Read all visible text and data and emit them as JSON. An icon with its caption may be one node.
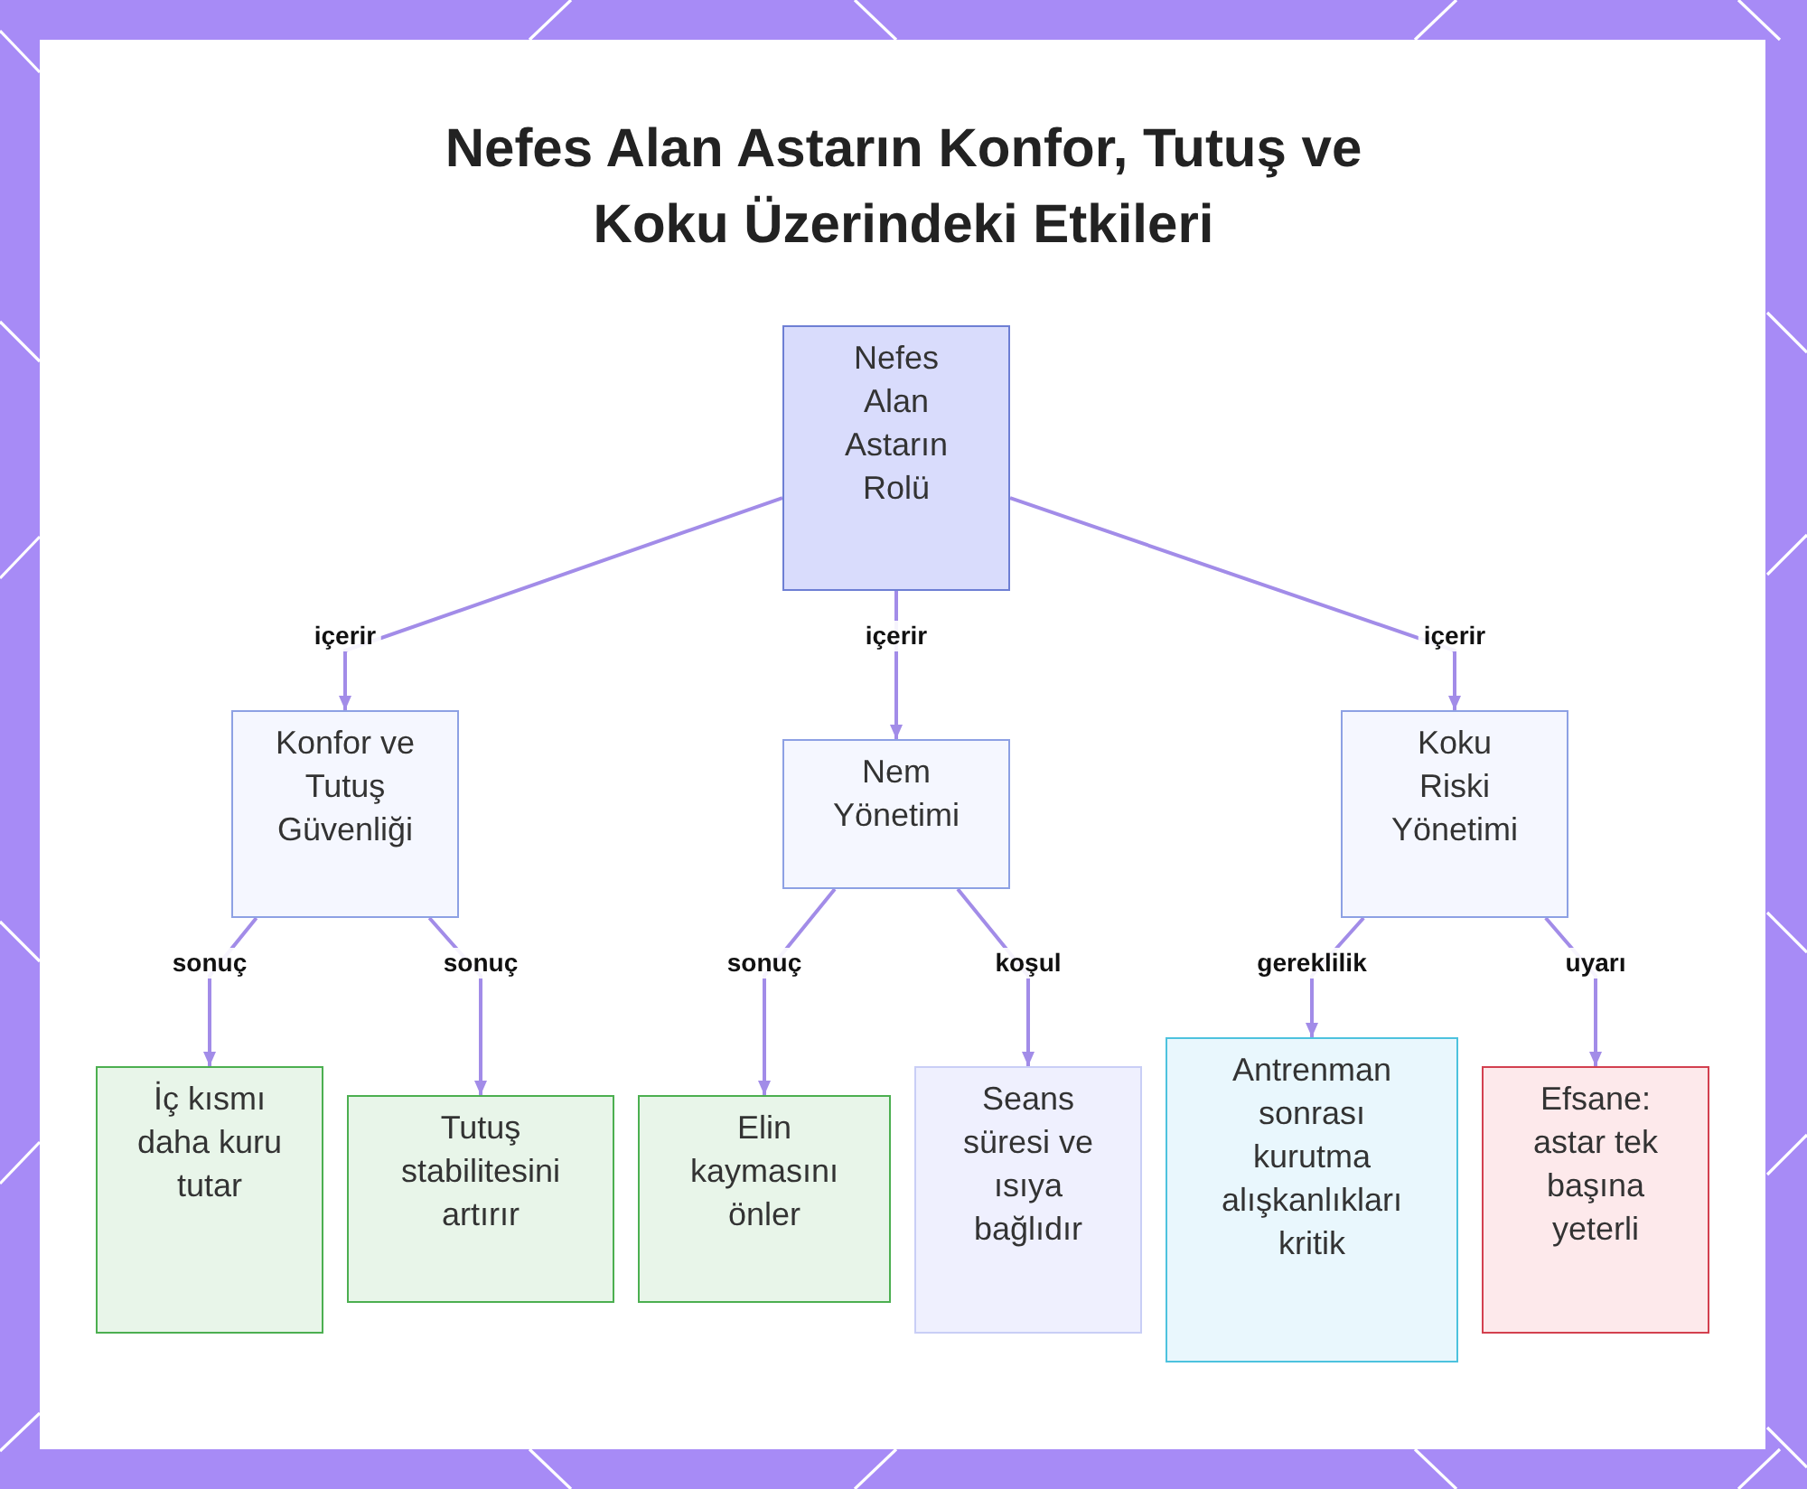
{
  "diagram": {
    "title": "Nefes Alan Astarın Konfor, Tutuş ve Koku Üzerindeki Etkileri",
    "nodes": [
      {
        "text": [
          "Nefes Alan Astarın Rolü"
        ]
      },
      {
        "text": [
          "Konfor ve Tutuş Güvenliği"
        ]
      },
      {
        "text": [
          "Nem Yönetimi"
        ]
      },
      {
        "text": [
          "Koku Riski Yönetimi"
        ]
      },
      {
        "text": [
          "İç kısmı daha kuru tutar"
        ]
      },
      {
        "text": [
          "Tutuş stabilitesini artırır"
        ]
      },
      {
        "text": [
          "Elin kaymasını önler"
        ]
      },
      {
        "text": [
          "Seans süresi ve ısıya bağlıdır"
        ]
      },
      {
        "text": [
          "Antrenman sonrası kurutma alışkanlıkları kritik"
        ]
      },
      {
        "text": [
          "Efsane: astar tek başına yeterli"
        ]
      }
    ],
    "edges": [
      {
        "from": 0,
        "to": 1,
        "arrow": "to",
        "label": "içerir"
      },
      {
        "from": 0,
        "to": 2,
        "arrow": "to",
        "label": "içerir"
      },
      {
        "from": 0,
        "to": 3,
        "arrow": "to",
        "label": "içerir"
      },
      {
        "from": 1,
        "to": 4,
        "arrow": "to",
        "label": "sonuç"
      },
      {
        "from": 1,
        "to": 5,
        "arrow": "to",
        "label": "sonuç"
      },
      {
        "from": 2,
        "to": 6,
        "arrow": "to",
        "label": "sonuç"
      },
      {
        "from": 2,
        "to": 7,
        "arrow": "to",
        "label": "koşul"
      },
      {
        "from": 3,
        "to": 8,
        "arrow": "to",
        "label": "gereklilik"
      },
      {
        "from": 3,
        "to": 9,
        "arrow": "to",
        "label": "uyarı"
      }
    ]
  }
}
